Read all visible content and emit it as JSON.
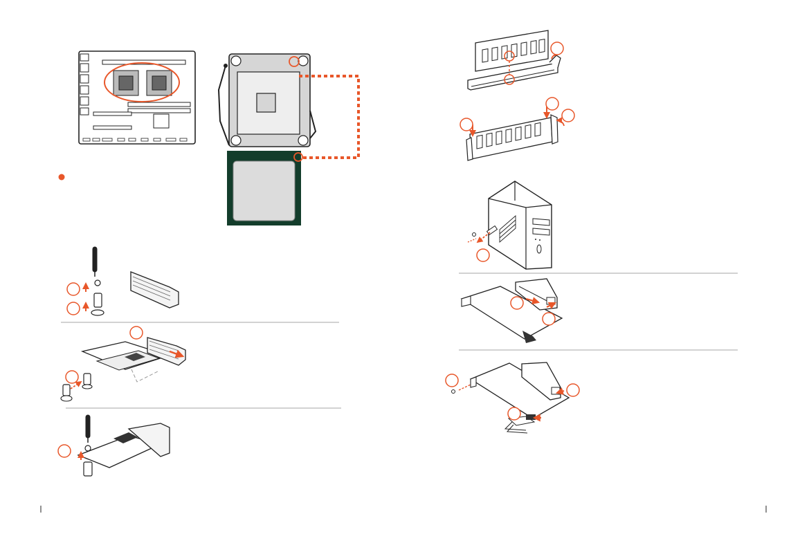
{
  "colors": {
    "accent": "#e8572a",
    "line": "#222222",
    "divider": "#b8b8b8",
    "cpu_socket_fill": "#d6d6d6",
    "cpu_board": "#133d2b",
    "cpu_ihs": "#dcdcdc"
  },
  "page": {
    "left_page_marker": "",
    "right_page_marker": ""
  },
  "left_page": {
    "board_overview": {
      "icon": "motherboard-layout-icon",
      "highlight": "dual-cpu-sockets"
    },
    "cpu_socket": {
      "icon": "cpu-socket-icon",
      "alignment_marks": 2
    },
    "cpu_chip": {
      "icon": "cpu-chip-icon"
    },
    "bullet": {
      "icon": "orange-bullet-icon"
    },
    "m2_install_steps": [
      {
        "icon": "m2-standoff-removal-icon",
        "callouts": 2
      },
      {
        "icon": "m2-card-insertion-icon",
        "callouts": 2
      },
      {
        "icon": "m2-screw-fastening-icon",
        "callouts": 1
      }
    ]
  },
  "right_page": {
    "memory_steps": [
      {
        "icon": "dimm-alignment-icon",
        "callouts": 1
      },
      {
        "icon": "dimm-insertion-icon",
        "callouts": 3
      }
    ],
    "expansion_steps": [
      {
        "icon": "case-slot-cover-icon",
        "callouts": 1
      },
      {
        "icon": "pcie-card-insertion-icon",
        "callouts": 2
      },
      {
        "icon": "pcie-card-securing-icon",
        "callouts": 3
      }
    ]
  }
}
